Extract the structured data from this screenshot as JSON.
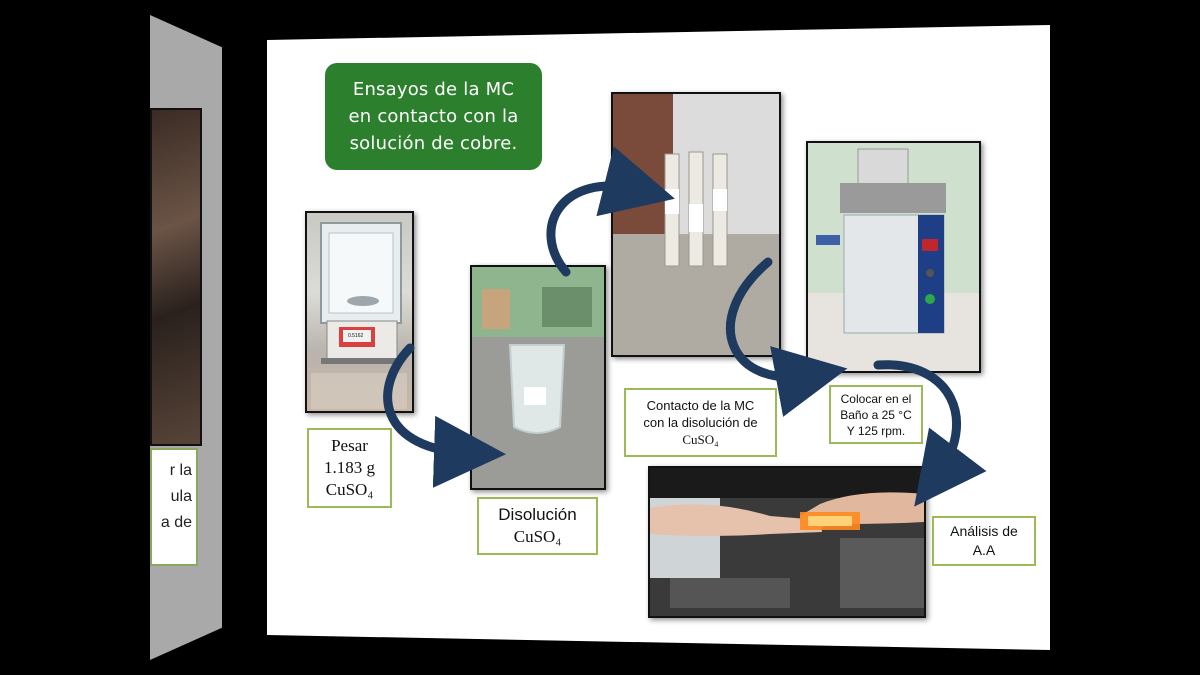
{
  "slide": {
    "title": "Ensayos de la MC\nen contacto con la\nsolución de cobre.",
    "steps": [
      {
        "lines": [
          "Pesar",
          "1.183 g",
          "CuSO₄"
        ]
      },
      {
        "lines": [
          "Disolución",
          "CuSO₄"
        ]
      },
      {
        "lines": [
          "Contacto de la MC",
          "con la disolución de",
          "CuSO₄"
        ]
      },
      {
        "lines": [
          "Colocar en el",
          "Baño a 25 °C",
          "Y 125 rpm."
        ]
      },
      {
        "lines": [
          "Análisis de",
          "A.A"
        ]
      }
    ],
    "balance_display": "0.5162"
  },
  "previous_slide": {
    "partial_text": "r la\nula\na de"
  },
  "colors": {
    "title_bg": "#2c7f2c",
    "label_border": "#9bbb59",
    "arrow": "#1f3a5f"
  }
}
